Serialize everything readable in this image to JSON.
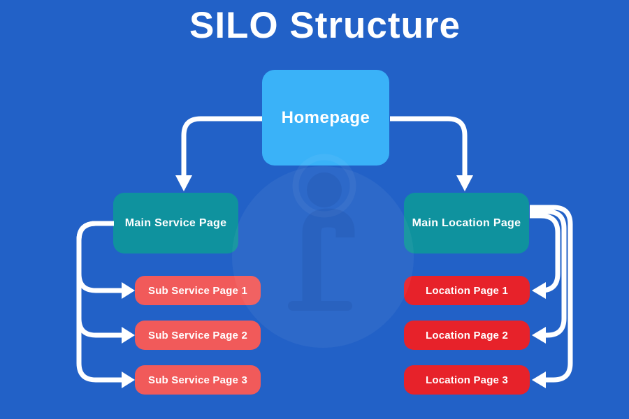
{
  "title": "SILO Structure",
  "colors": {
    "background": "#2261c7",
    "homepage-fill": "#3ab2f8",
    "main-fill": "#0f929e",
    "sub-fill": "#f15a5a",
    "location-fill": "#e7222a",
    "arrow": "#ffffff",
    "text": "#ffffff"
  },
  "nodes": {
    "homepage": {
      "label": "Homepage"
    },
    "main_service": {
      "label": "Main Service Page"
    },
    "main_location": {
      "label": "Main Location Page"
    },
    "sub_service": [
      {
        "label": "Sub Service Page 1"
      },
      {
        "label": "Sub Service Page 2"
      },
      {
        "label": "Sub Service Page 3"
      }
    ],
    "location": [
      {
        "label": "Location Page 1"
      },
      {
        "label": "Location Page 2"
      },
      {
        "label": "Location Page 3"
      }
    ]
  },
  "connections": [
    {
      "from": "Homepage",
      "to": "Main Service Page"
    },
    {
      "from": "Homepage",
      "to": "Main Location Page"
    },
    {
      "from": "Main Service Page",
      "to": "Sub Service Page 1"
    },
    {
      "from": "Main Service Page",
      "to": "Sub Service Page 2"
    },
    {
      "from": "Main Service Page",
      "to": "Sub Service Page 3"
    },
    {
      "from": "Main Location Page",
      "to": "Location Page 1"
    },
    {
      "from": "Main Location Page",
      "to": "Location Page 2"
    },
    {
      "from": "Main Location Page",
      "to": "Location Page 3"
    }
  ],
  "watermark": {
    "icon": "letter-i-logo-watermark"
  }
}
